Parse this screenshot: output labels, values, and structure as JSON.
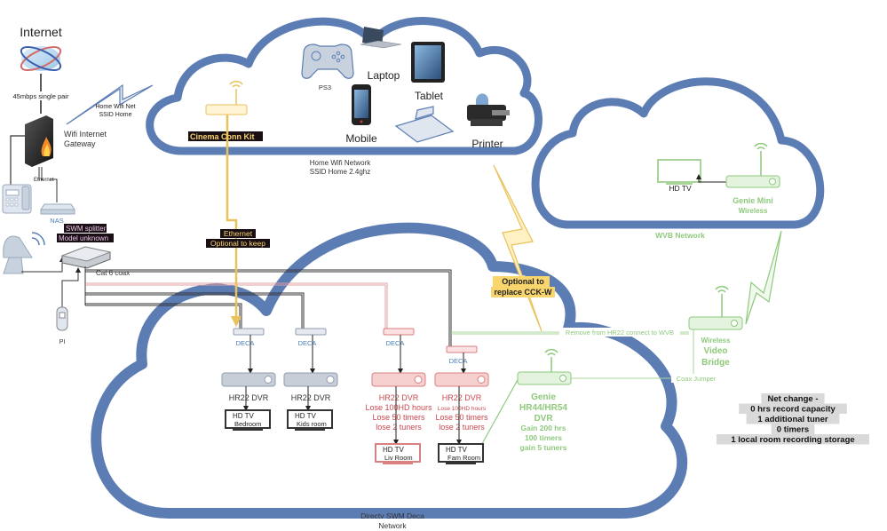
{
  "title": "Home network and Directv SWM Deca network diagram",
  "colors": {
    "cloud": "#5c7db4",
    "coax_black": "#333333",
    "coax_red": "#e2a0a0",
    "ethernet_gold": "#e8c25c",
    "wvb_green": "#9ccf8c",
    "deca_blue": "#4a7fb5",
    "lose_red": "#c9484e",
    "gain_green": "#8ec97c"
  },
  "internet": {
    "label": "Internet",
    "link_label": "45mbps single pair"
  },
  "gateway": {
    "label_line1": "Wifi Internet",
    "label_line2": "Gateway",
    "wifi_link_line1": "Home Wifi Net",
    "wifi_link_line2": "SSID Home",
    "ethernet_label": "Ethernet"
  },
  "nas": {
    "label": "NAS"
  },
  "swm_splitter": {
    "label_line1": "SWM splitter",
    "label_line2": "Model unknown",
    "cable_label": "Cat 6 coax"
  },
  "pi": {
    "label": "PI"
  },
  "home_wifi_cloud": {
    "label_line1": "Home Wifi Network",
    "label_line2": "SSID Home 2.4ghz",
    "devices": [
      {
        "name": "ps3",
        "label": "PS3"
      },
      {
        "name": "laptop",
        "label": "Laptop"
      },
      {
        "name": "tablet",
        "label": "Tablet"
      },
      {
        "name": "mobile",
        "label": "Mobile"
      },
      {
        "name": "scanner",
        "label": ""
      },
      {
        "name": "printer",
        "label": "Printer"
      }
    ],
    "cinema_kit_label": "Cinema Conn Kit"
  },
  "ethernet_link": {
    "label_line1": "Ethernet",
    "label_line2": "Optional to keep"
  },
  "wvb_cloud": {
    "label": "WVB Network",
    "tv_label": "HD TV",
    "genie_mini_line1": "Genie Mini",
    "genie_mini_line2": "Wireless"
  },
  "optional_replace": {
    "line1": "Optional to",
    "line2": "replace CCK-W"
  },
  "wvb_bridge": {
    "line1": "Wireless",
    "line2": "Video",
    "line3": "Bridge",
    "remove_label": "Remove from HR22 connect to WVB",
    "coax_label": "Coax Jumper"
  },
  "deca_cloud": {
    "label_line1": "Directv SWM Deca",
    "label_line2": "Network",
    "deca_label": "DECA",
    "receivers": [
      {
        "title": "HR22 DVR",
        "notes": [],
        "tv_line1": "HD TV",
        "tv_line2": "Bedroom",
        "status": "keep"
      },
      {
        "title": "HR22 DVR",
        "notes": [],
        "tv_line1": "HD TV",
        "tv_line2": "Kids room",
        "status": "keep"
      },
      {
        "title": "HR22 DVR",
        "notes": [
          "Lose 100HD hours",
          "Lose 50 timers",
          "lose 2 tuners"
        ],
        "tv_line1": "HD TV",
        "tv_line2": "Liv Room",
        "status": "lose"
      },
      {
        "title": "HR22 DVR",
        "notes": [
          "Lose 100HD hours",
          "Lose 50 timers",
          "lose 2 tuners"
        ],
        "tv_line1": "HD TV",
        "tv_line2": "Fam Room",
        "status": "lose"
      }
    ],
    "genie": {
      "line1": "Genie",
      "line2": "HR44/HR54",
      "line3": "DVR",
      "notes": [
        "Gain 200 hrs",
        "100 timers",
        "gain 5 tuners"
      ]
    }
  },
  "net_change": {
    "lines": [
      "Net change -",
      "0 hrs record capacity",
      "1 additional tuner",
      "0 timers",
      "1 local room recording storage"
    ]
  }
}
